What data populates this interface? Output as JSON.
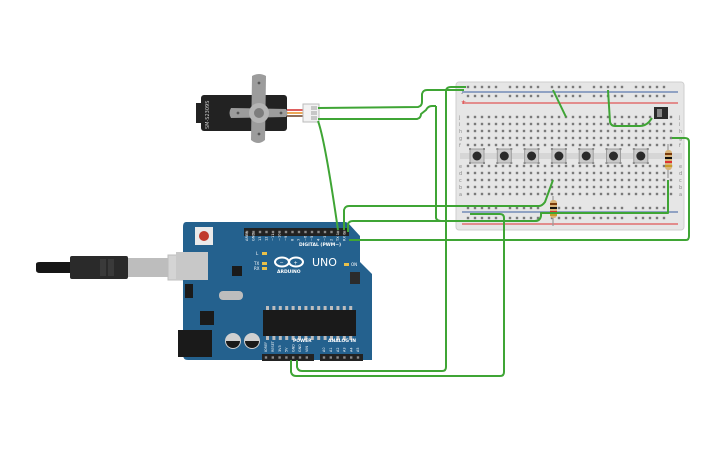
{
  "servo": {
    "model_label": "SM-S2309S",
    "body_color": "#1e1e1e",
    "horn_color": "#a8a8a8"
  },
  "arduino": {
    "board_name": "UNO",
    "brand_label": "ARDUINO",
    "digital_header_label": "DIGITAL (PWM~)",
    "power_header_label": "POWER",
    "analog_header_label": "ANALOG IN",
    "top_pin_labels": [
      "AREF",
      "GND",
      "13",
      "12",
      "~11",
      "~10",
      "~9",
      "8",
      "7",
      "~6",
      "~5",
      "4",
      "~3",
      "2",
      "TX 1",
      "RX 0"
    ],
    "power_pin_labels": [
      "IOREF",
      "RESET",
      "3V3",
      "5V",
      "GND",
      "GND",
      "VIN"
    ],
    "analog_pin_labels": [
      "A0",
      "A1",
      "A2",
      "A3",
      "A4",
      "A5"
    ],
    "led_labels": [
      "L",
      "TX",
      "RX"
    ],
    "on_label": "ON",
    "board_color": "#24618e"
  },
  "breadboard": {
    "row_letters_top": [
      "j",
      "i",
      "h",
      "g",
      "f"
    ],
    "row_letters_bottom": [
      "e",
      "d",
      "c",
      "b",
      "a"
    ],
    "rail_plus": "+",
    "rail_minus": "-",
    "pushbutton_count": 7,
    "board_color": "#e4e4e4"
  },
  "wires": {
    "color": "#3fa535"
  }
}
